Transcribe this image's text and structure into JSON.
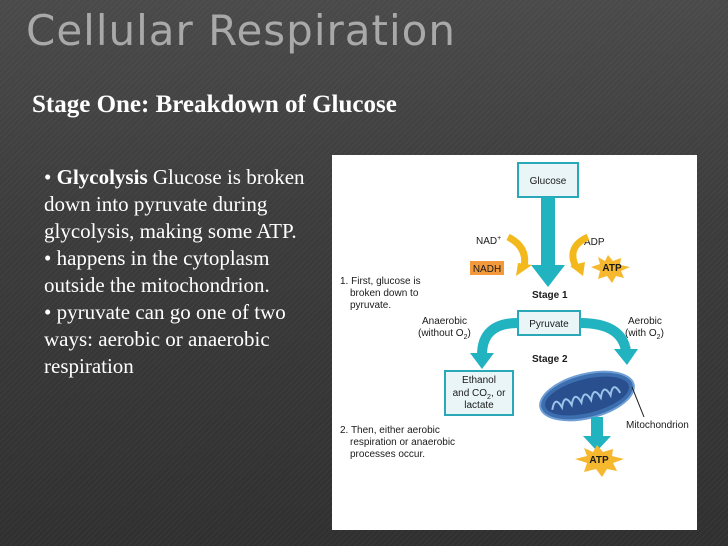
{
  "slide": {
    "title": "Cellular Respiration",
    "subtitle": "Stage One: Breakdown of Glucose"
  },
  "bullets": [
    {
      "bold": "Glycolysis",
      "text": " Glucose is broken down into pyruvate during glycolysis, making some ATP."
    },
    {
      "bold": "",
      "text": " happens in the cytoplasm outside the mitochondrion."
    },
    {
      "bold": "",
      "text": " pyruvate can go one of two ways: aerobic or anaerobic respiration"
    }
  ],
  "diagram": {
    "glucose": "Glucose",
    "nad": "NAD",
    "nad_sup": "+",
    "nadh": "NADH",
    "adp": "ADP",
    "atp_top": "ATP",
    "stage1": "Stage 1",
    "step1": [
      "1. First, glucose is",
      "broken down to",
      "pyruvate."
    ],
    "pyruvate": "Pyruvate",
    "anaerobic": [
      "Anaerobic",
      "(without O",
      "2",
      ")"
    ],
    "aerobic": [
      "Aerobic",
      "(with O",
      "2",
      ")"
    ],
    "stage2": "Stage 2",
    "products": [
      "Ethanol",
      "and CO",
      "2",
      ", or",
      "lactate"
    ],
    "mitochondrion": "Mitochondrion",
    "step2": [
      "2. Then, either aerobic",
      "respiration or anaerobic",
      "processes occur."
    ],
    "atp_bottom": "ATP",
    "colors": {
      "teal": "#22b3c0",
      "box_border": "#2aa8b8",
      "box_fill": "#e9f5f7",
      "nadh_fill": "#f29a3b",
      "atp_burst": "#f5b82e",
      "curve_yellow": "#f3b81c"
    }
  }
}
